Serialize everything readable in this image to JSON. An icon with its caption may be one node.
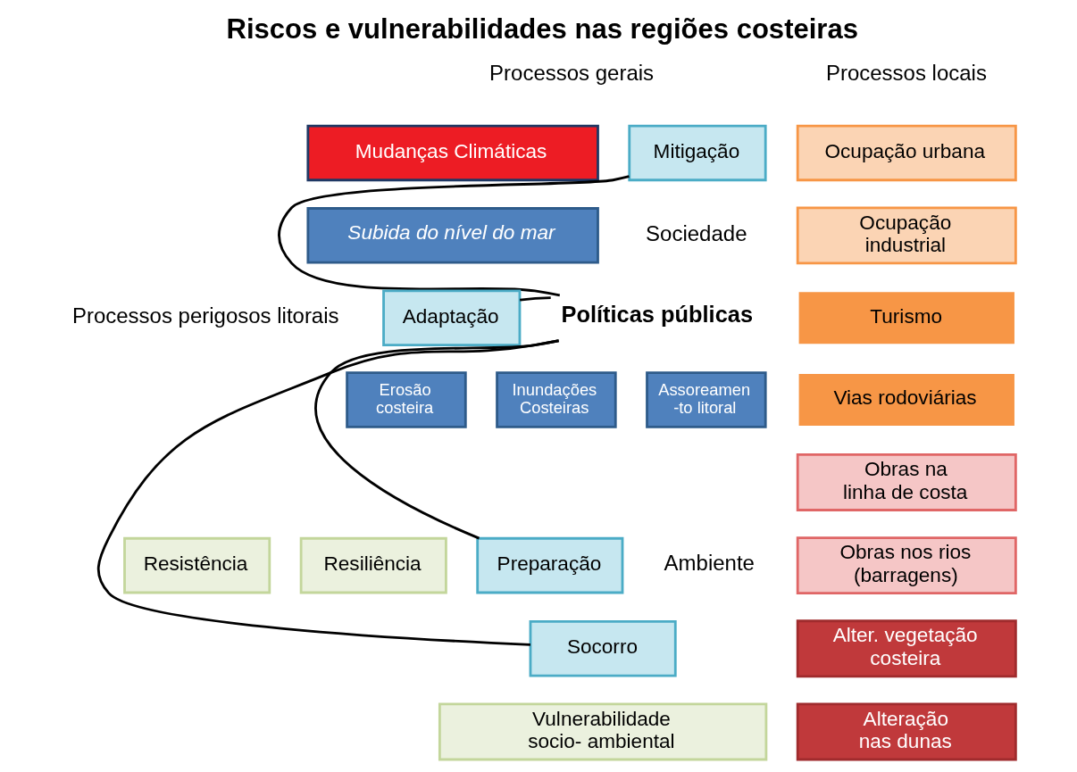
{
  "diagram": {
    "title": "Riscos e vulnerabilidades nas regiões costeiras",
    "nodes": [
      {
        "text": [
          "Mudanças Climáticas"
        ]
      },
      {
        "text": [
          "Subida do nível do mar"
        ]
      },
      {
        "text": [
          "Erosão costeira"
        ]
      },
      {
        "text": [
          "Inundações Costeiras"
        ]
      },
      {
        "text": [
          "Assoreamen -to litoral"
        ]
      },
      {
        "text": [
          "Resistência"
        ]
      },
      {
        "text": [
          "Resiliência"
        ]
      },
      {
        "text": [
          "Vulnerabilidade socio- ambiental"
        ]
      },
      {
        "text": [
          "Mitigação"
        ]
      },
      {
        "text": [
          "Adaptação"
        ]
      },
      {
        "text": [
          "Preparação"
        ]
      },
      {
        "text": [
          "Socorro"
        ]
      },
      {
        "text": [
          "Políticas públicas"
        ]
      },
      {
        "text": [
          "Ocupação urbana"
        ]
      },
      {
        "text": [
          "Ocupação industrial"
        ]
      },
      {
        "text": [
          "Turismo"
        ]
      },
      {
        "text": [
          "Vias rodoviárias"
        ]
      },
      {
        "text": [
          "Obras na linha de costa"
        ]
      },
      {
        "text": [
          "Obras nos rios (barragens)"
        ]
      },
      {
        "text": [
          "Alter. vegetação costeira"
        ]
      },
      {
        "text": [
          "Alteração nas dunas"
        ]
      }
    ],
    "edges": [
      {
        "from": 8,
        "to": 12,
        "arrow": "none"
      },
      {
        "from": 9,
        "to": 12,
        "arrow": "none"
      },
      {
        "from": 10,
        "to": 12,
        "arrow": "none"
      },
      {
        "from": 11,
        "to": 12,
        "arrow": "none"
      }
    ],
    "labels": [
      "Processos gerais",
      "Processos locais",
      "Sociedade",
      "Processos perigosos litorais",
      "Ambiente"
    ]
  }
}
